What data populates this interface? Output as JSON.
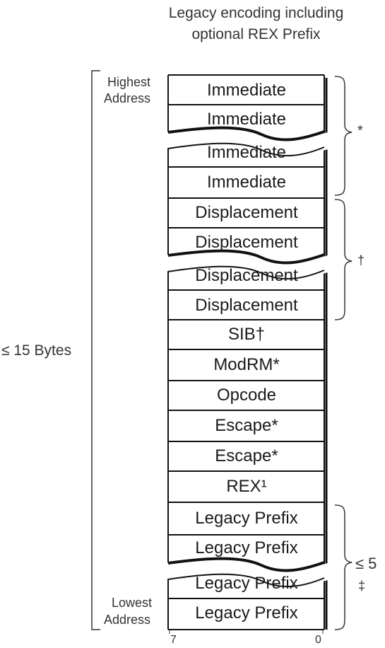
{
  "title": {
    "line1": "Legacy encoding including",
    "line2": "optional REX Prefix"
  },
  "labels": {
    "highest": [
      "Highest",
      "Address"
    ],
    "lowest": [
      "Lowest",
      "Address"
    ],
    "total": "≤ 15 Bytes",
    "bit_left": "7",
    "bit_right": "0"
  },
  "fields": [
    "Immediate",
    "Immediate",
    "Immediate",
    "Immediate",
    "Displacement",
    "Displacement",
    "Displacement",
    "Displacement",
    "SIB†",
    "ModRM*",
    "Opcode",
    "Escape*",
    "Escape*",
    "REX¹",
    "Legacy Prefix",
    "Legacy Prefix",
    "Legacy Prefix",
    "Legacy Prefix"
  ],
  "brace_marks": {
    "immediate": "*",
    "displacement": "†",
    "legacy_count": "≤ 5",
    "legacy_note": "‡"
  }
}
